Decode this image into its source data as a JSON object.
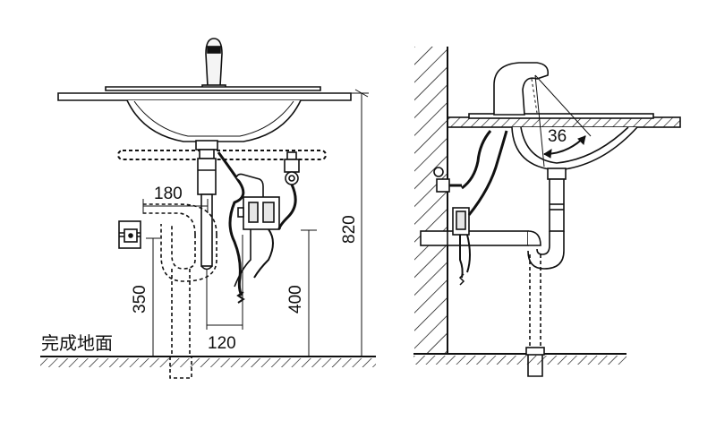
{
  "labels": {
    "finished_floor": "完成地面",
    "dim_180": "180",
    "dim_120": "120",
    "dim_350": "350",
    "dim_400": "400",
    "dim_820": "820",
    "angle_36": "36"
  },
  "colors": {
    "ink": "#111111",
    "background": "#ffffff",
    "tint": "#e6e6e6"
  }
}
